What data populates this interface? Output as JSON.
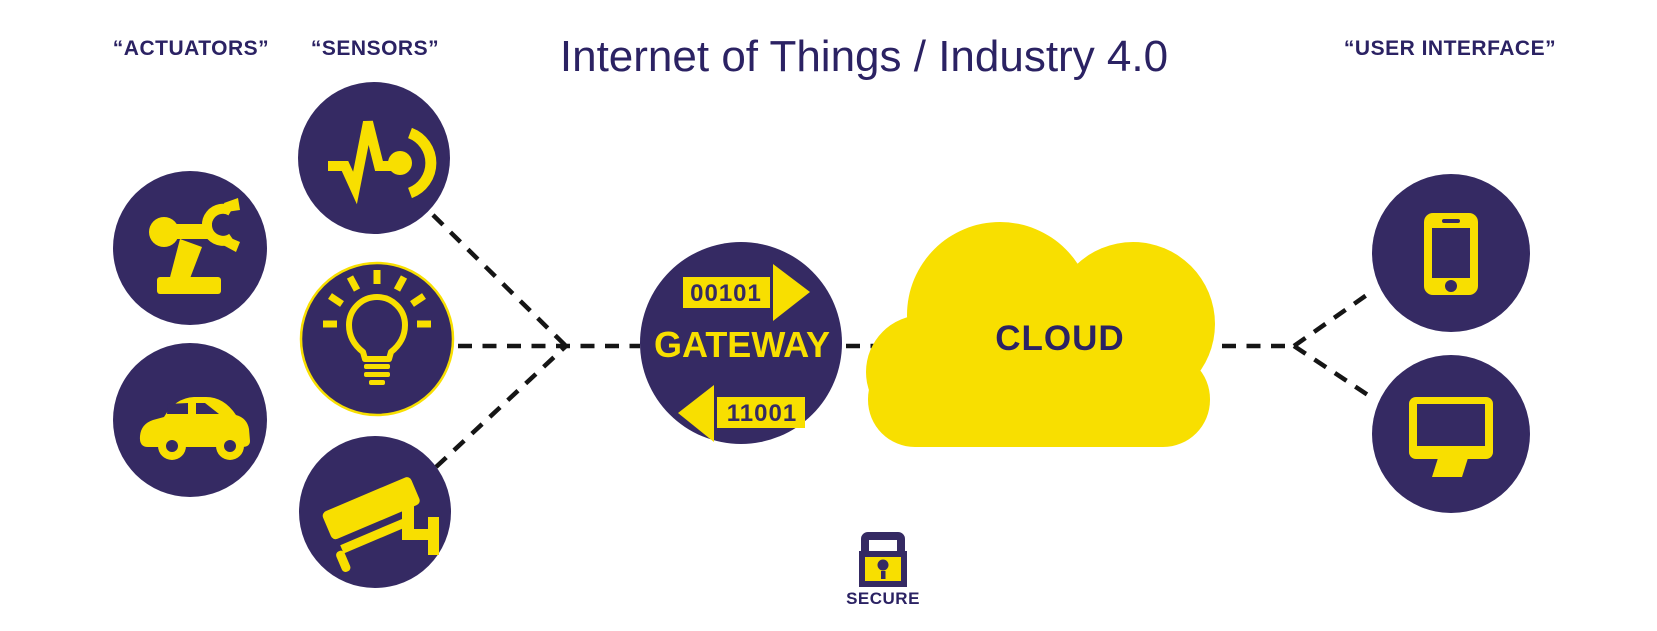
{
  "title": "Internet of Things / Industry 4.0",
  "groups": {
    "actuators": {
      "label": "“ACTUATORS”",
      "items": [
        {
          "icon": "robot-arm-icon"
        },
        {
          "icon": "car-icon"
        }
      ]
    },
    "sensors": {
      "label": "“SENSORS”",
      "items": [
        {
          "icon": "pulse-sensor-icon"
        },
        {
          "icon": "light-bulb-icon"
        },
        {
          "icon": "cctv-camera-icon"
        }
      ]
    },
    "user_interface": {
      "label": "“USER INTERFACE”",
      "items": [
        {
          "icon": "smartphone-icon"
        },
        {
          "icon": "monitor-icon"
        }
      ]
    }
  },
  "gateway": {
    "label": "GATEWAY",
    "tx_bits": "00101",
    "rx_bits": "11001"
  },
  "cloud": {
    "label": "CLOUD"
  },
  "secure": {
    "label": "SECURE",
    "icon": "padlock-icon"
  },
  "colors": {
    "node_purple": "#352A63",
    "accent_yellow": "#F8DF00",
    "heading_text": "#2B2263",
    "dashed_line": "#151515",
    "background": "#FFFFFF"
  }
}
